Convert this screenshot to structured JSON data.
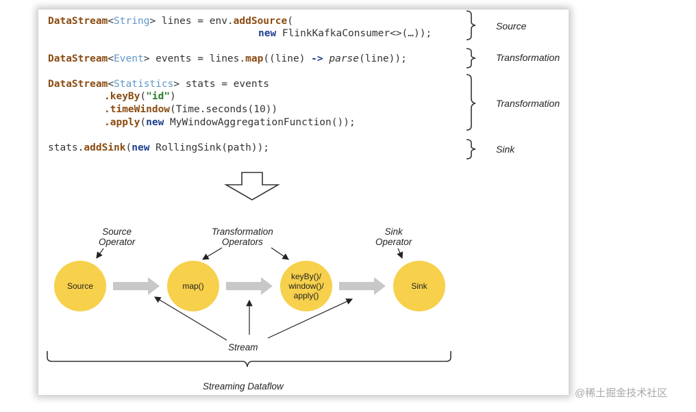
{
  "code": {
    "line1": {
      "t1": "DataStream",
      "t2": "<",
      "t3": "String",
      "t4": "> lines = env.",
      "t5": "addSource",
      "t6": "("
    },
    "line2": {
      "t1": "new",
      "t2": " FlinkKafkaConsumer<>(…));"
    },
    "line3": {
      "t1": "DataStream",
      "t2": "<",
      "t3": "Event",
      "t4": "> events = lines.",
      "t5": "map",
      "t6": "((line) ",
      "t7": "->",
      "t8": " ",
      "t9": "parse",
      "t10": "(line));"
    },
    "line4": {
      "t1": "DataStream",
      "t2": "<",
      "t3": "Statistics",
      "t4": "> stats = events"
    },
    "line5": {
      "t1": ".keyBy",
      "t2": "(",
      "t3": "\"id\"",
      "t4": ")"
    },
    "line6": {
      "t1": ".timeWindow",
      "t2": "(Time.seconds(10))"
    },
    "line7": {
      "t1": ".apply",
      "t2": "(",
      "t3": "new",
      "t4": " MyWindowAggregationFunction());"
    },
    "line8": {
      "t1": "stats.",
      "t2": "addSink",
      "t3": "(",
      "t4": "new",
      "t5": " RollingSink(path));"
    }
  },
  "side_labels": [
    "Source",
    "Transformation",
    "Transformation",
    "Sink"
  ],
  "diagram": {
    "source_operator": [
      "Source",
      "Operator"
    ],
    "transformation_operators": [
      "Transformation",
      "Operators"
    ],
    "sink_operator": [
      "Sink",
      "Operator"
    ],
    "nodes": {
      "source": "Source",
      "map": "map()",
      "keyby": [
        "keyBy()/",
        "window()/",
        "apply()"
      ],
      "sink": "Sink"
    },
    "stream_label": "Stream",
    "dataflow_label": "Streaming Dataflow"
  },
  "colors": {
    "node_fill": "#f7d04c",
    "arrow_gray": "#c8c8c8",
    "keyword": "#8a4b12",
    "type": "#5f97c9",
    "new_keyword": "#1f3f8f"
  },
  "watermark": "@稀土掘金技术社区"
}
